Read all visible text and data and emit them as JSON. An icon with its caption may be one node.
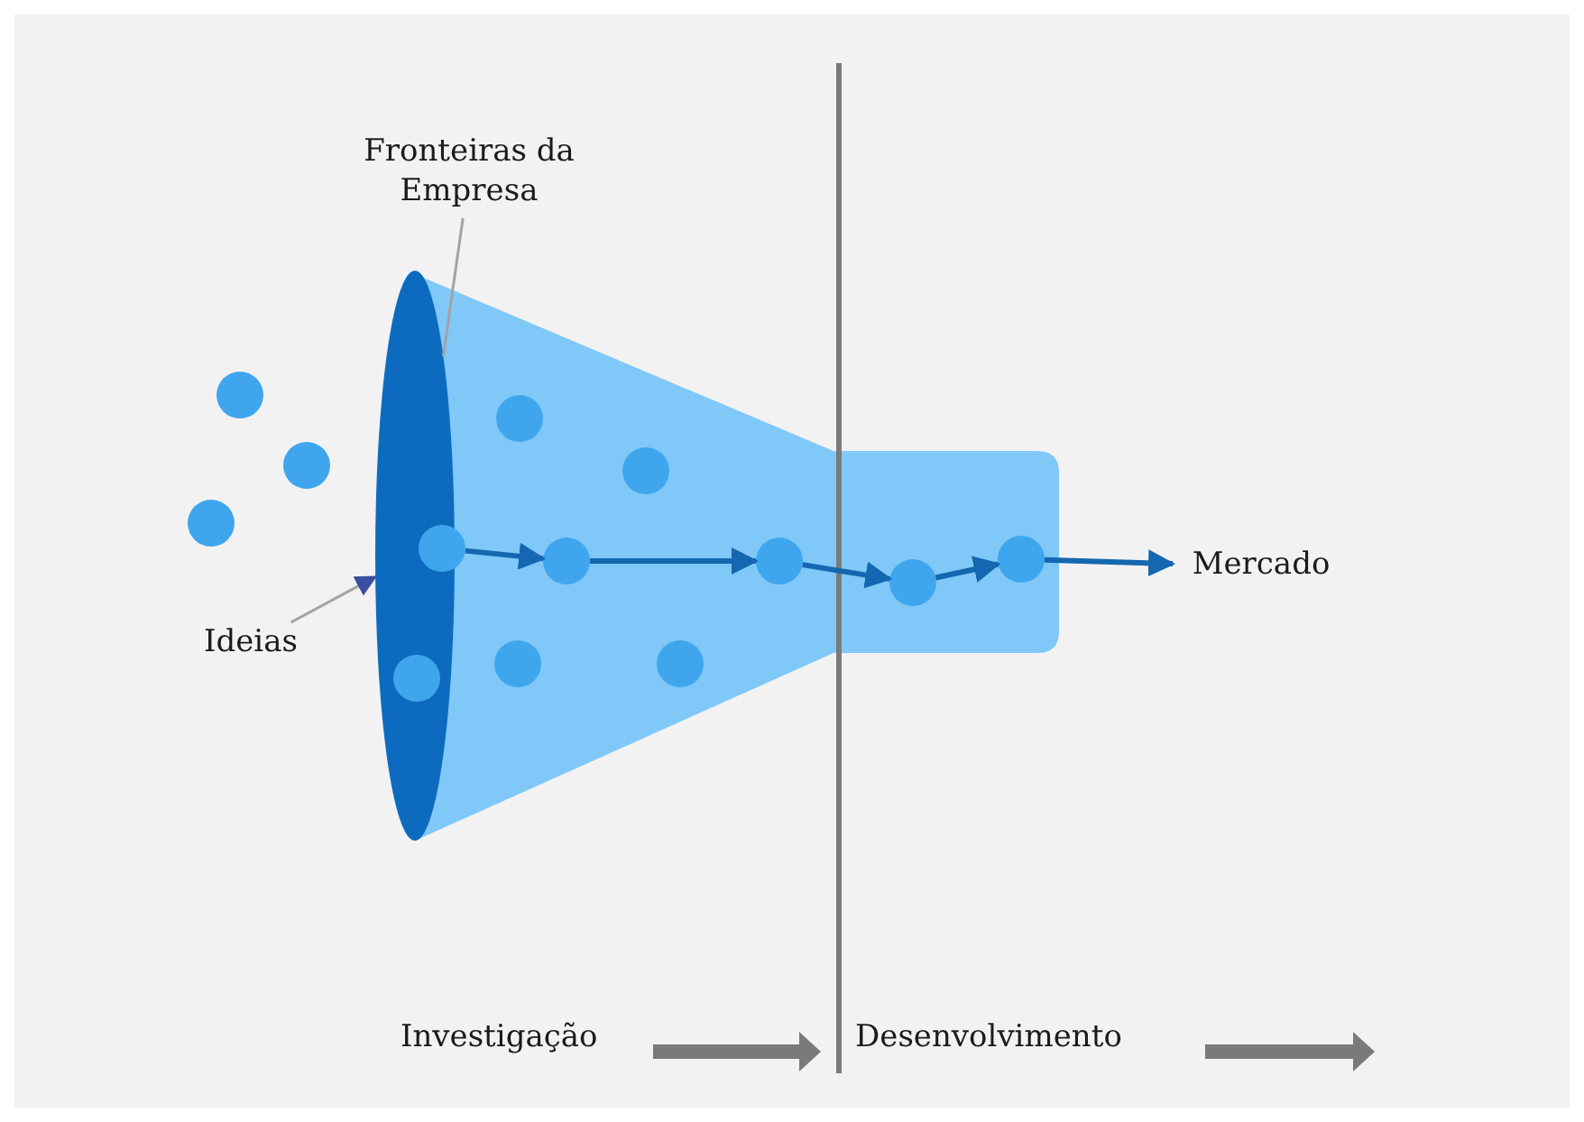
{
  "diagram": {
    "nodes": [
      {
        "text": [
          "Fronteiras da Empresa"
        ]
      },
      {
        "text": [],
        "shape": "ellipse"
      },
      {
        "text": [],
        "shape": "circle"
      },
      {
        "text": [],
        "shape": "circle"
      },
      {
        "text": [],
        "shape": "circle"
      },
      {
        "text": [],
        "shape": "circle"
      },
      {
        "text": [],
        "shape": "circle"
      },
      {
        "text": [
          "Mercado"
        ]
      },
      {
        "text": [
          "Ideias"
        ]
      },
      {
        "text": [],
        "shape": "circle"
      },
      {
        "text": [],
        "shape": "circle"
      },
      {
        "text": [],
        "shape": "circle"
      },
      {
        "text": [],
        "shape": "circle"
      },
      {
        "text": [],
        "shape": "circle"
      },
      {
        "text": [],
        "shape": "circle"
      },
      {
        "text": [],
        "shape": "circle"
      },
      {
        "text": [],
        "shape": "circle",
        "in": 1
      }
    ],
    "edges": [
      {
        "from": 0,
        "to": 1,
        "arrow": "none",
        "color": "#a3a3a3"
      },
      {
        "from": 8,
        "to": 1,
        "arrow": "to",
        "color": "#a3a3a3"
      },
      {
        "from": 2,
        "to": 3,
        "arrow": "to"
      },
      {
        "from": 3,
        "to": 4,
        "arrow": "to"
      },
      {
        "from": 4,
        "to": 5,
        "arrow": "to"
      },
      {
        "from": 5,
        "to": 6,
        "arrow": "to"
      },
      {
        "from": 6,
        "to": 7,
        "arrow": "to"
      }
    ],
    "labels": [
      "Investigação",
      "Desenvolvimento"
    ]
  }
}
